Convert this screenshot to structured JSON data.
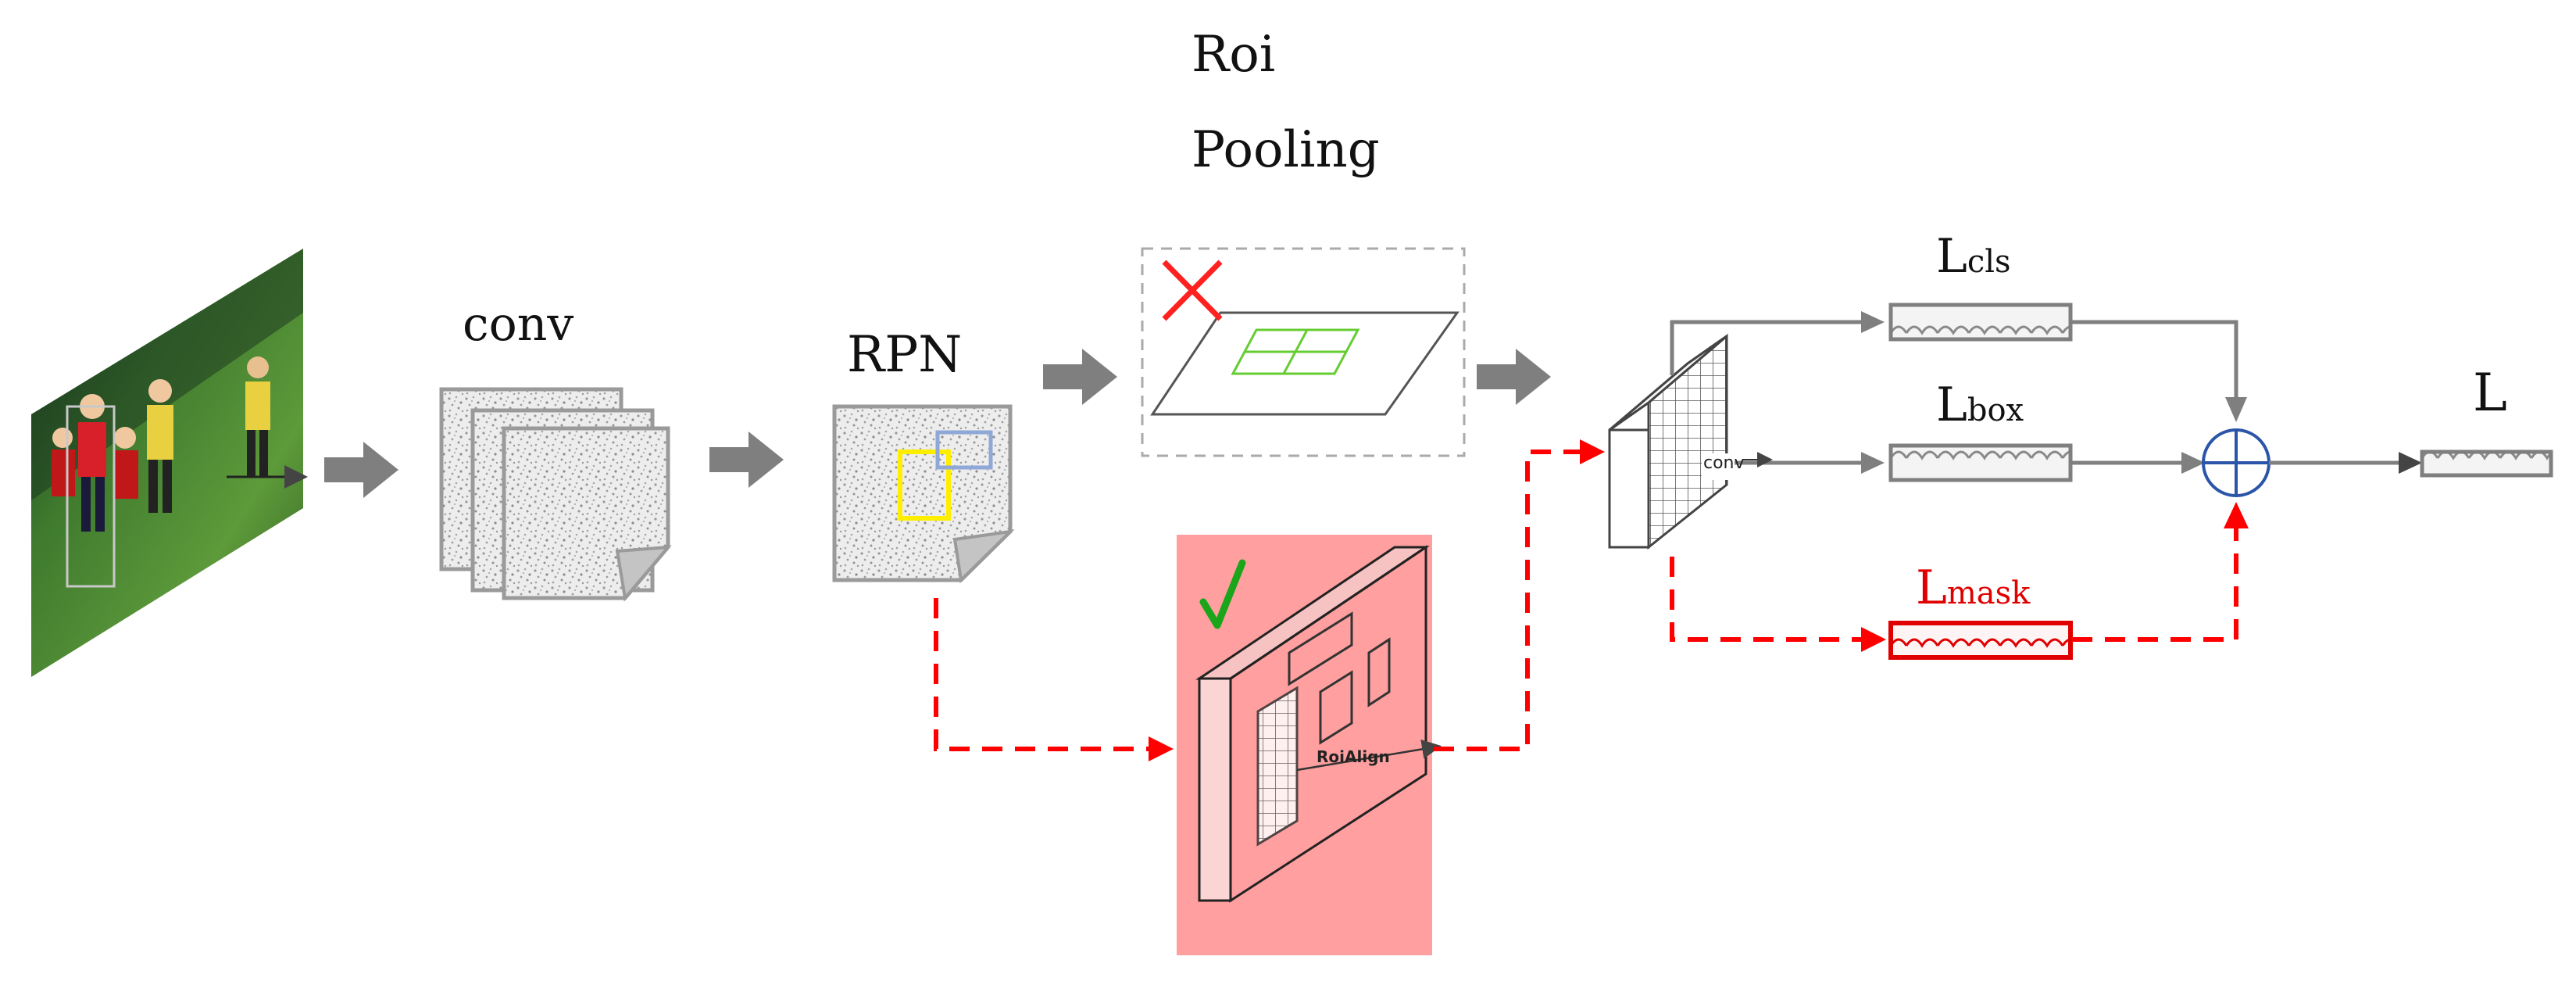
{
  "labels": {
    "roi_line1": "Roi",
    "roi_line2": "Pooling",
    "conv": "conv",
    "rpn": "RPN",
    "l_cls_main": "L",
    "l_cls_sub": "cls",
    "l_box_main": "L",
    "l_box_sub": "box",
    "l_mask_main": "L",
    "l_mask_sub": "mask",
    "l_total": "L",
    "conv_small": "conv",
    "roialign": "RoiAlign"
  },
  "colors": {
    "arrow_gray": "#7f7f7f",
    "dashed_red": "#ff0000",
    "roialign_bg": "#ff9f9f",
    "green_grid": "#66cc33",
    "yellow_box": "#ffee00",
    "blue_box": "#8fa8d8",
    "check": "#1aa51a",
    "cross": "#ff2020",
    "sum_circle": "#2b55a8"
  },
  "icons": [
    "cross-icon",
    "check-icon",
    "plus-circle-icon"
  ]
}
